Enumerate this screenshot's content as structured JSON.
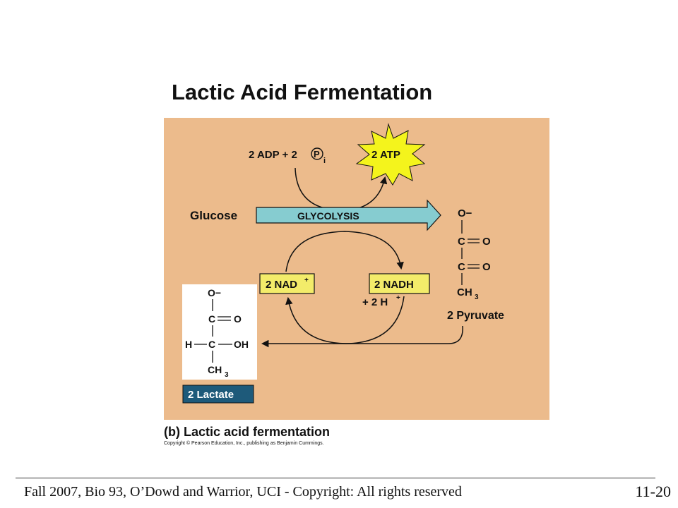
{
  "title": "Lactic Acid Fermentation",
  "diagram": {
    "adp_pi": "2 ADP + 2",
    "pi_symbol": "P",
    "pi_subscript": "i",
    "atp": "2 ATP",
    "glucose": "Glucose",
    "glycolysis": "GLYCOLYSIS",
    "nad": "2 NAD",
    "nad_sup": "+",
    "nadh": "2 NADH",
    "h_ions": "+ 2 H",
    "h_sup": "+",
    "pyruvate": {
      "label": "2 Pyruvate",
      "o_minus": "O−",
      "c1": "C",
      "o1": "O",
      "c2": "C",
      "o2": "O",
      "ch3": "CH",
      "ch3_sub": "3"
    },
    "lactate": {
      "label": "2 Lactate",
      "o_minus": "O−",
      "c1": "C",
      "o1": "O",
      "h": "H",
      "c2": "C",
      "oh": "OH",
      "ch3": "CH",
      "ch3_sub": "3"
    }
  },
  "caption": "(b) Lactic acid fermentation",
  "copyright_small": "Copyright © Pearson Education, Inc., publishing as Benjamin Cummings.",
  "footer": "Fall 2007, Bio 93, O’Dowd and Warrior, UCI - Copyright: All rights reserved",
  "slide_number": "11-20",
  "colors": {
    "panel": "#ecbb8c",
    "glycolysis_arrow": "#86ccd0",
    "box_fill": "#f3ec6a",
    "atp_burst": "#f4f41c",
    "lactate_label_bg": "#1e5a7a"
  }
}
